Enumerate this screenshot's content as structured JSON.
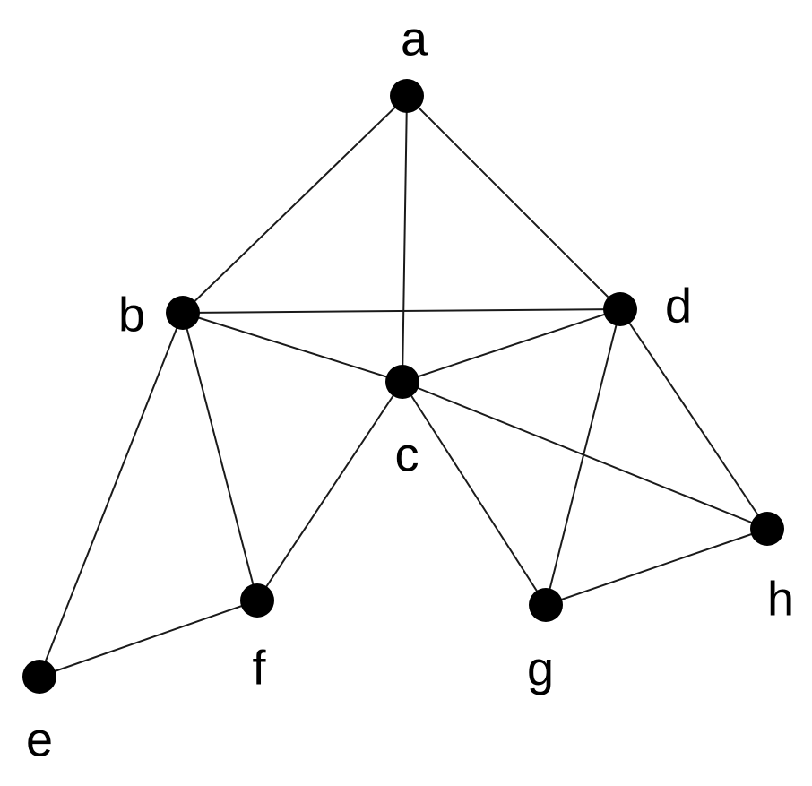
{
  "graph": {
    "nodes": [
      {
        "id": "a",
        "label": "a"
      },
      {
        "id": "b",
        "label": "b"
      },
      {
        "id": "c",
        "label": "c"
      },
      {
        "id": "d",
        "label": "d"
      },
      {
        "id": "e",
        "label": "e"
      },
      {
        "id": "f",
        "label": "f"
      },
      {
        "id": "g",
        "label": "g"
      },
      {
        "id": "h",
        "label": "h"
      }
    ],
    "edges": [
      [
        "a",
        "b"
      ],
      [
        "a",
        "c"
      ],
      [
        "a",
        "d"
      ],
      [
        "b",
        "d"
      ],
      [
        "b",
        "c"
      ],
      [
        "c",
        "d"
      ],
      [
        "b",
        "e"
      ],
      [
        "b",
        "f"
      ],
      [
        "e",
        "f"
      ],
      [
        "c",
        "f"
      ],
      [
        "c",
        "g"
      ],
      [
        "c",
        "h"
      ],
      [
        "d",
        "g"
      ],
      [
        "d",
        "h"
      ],
      [
        "g",
        "h"
      ]
    ]
  }
}
